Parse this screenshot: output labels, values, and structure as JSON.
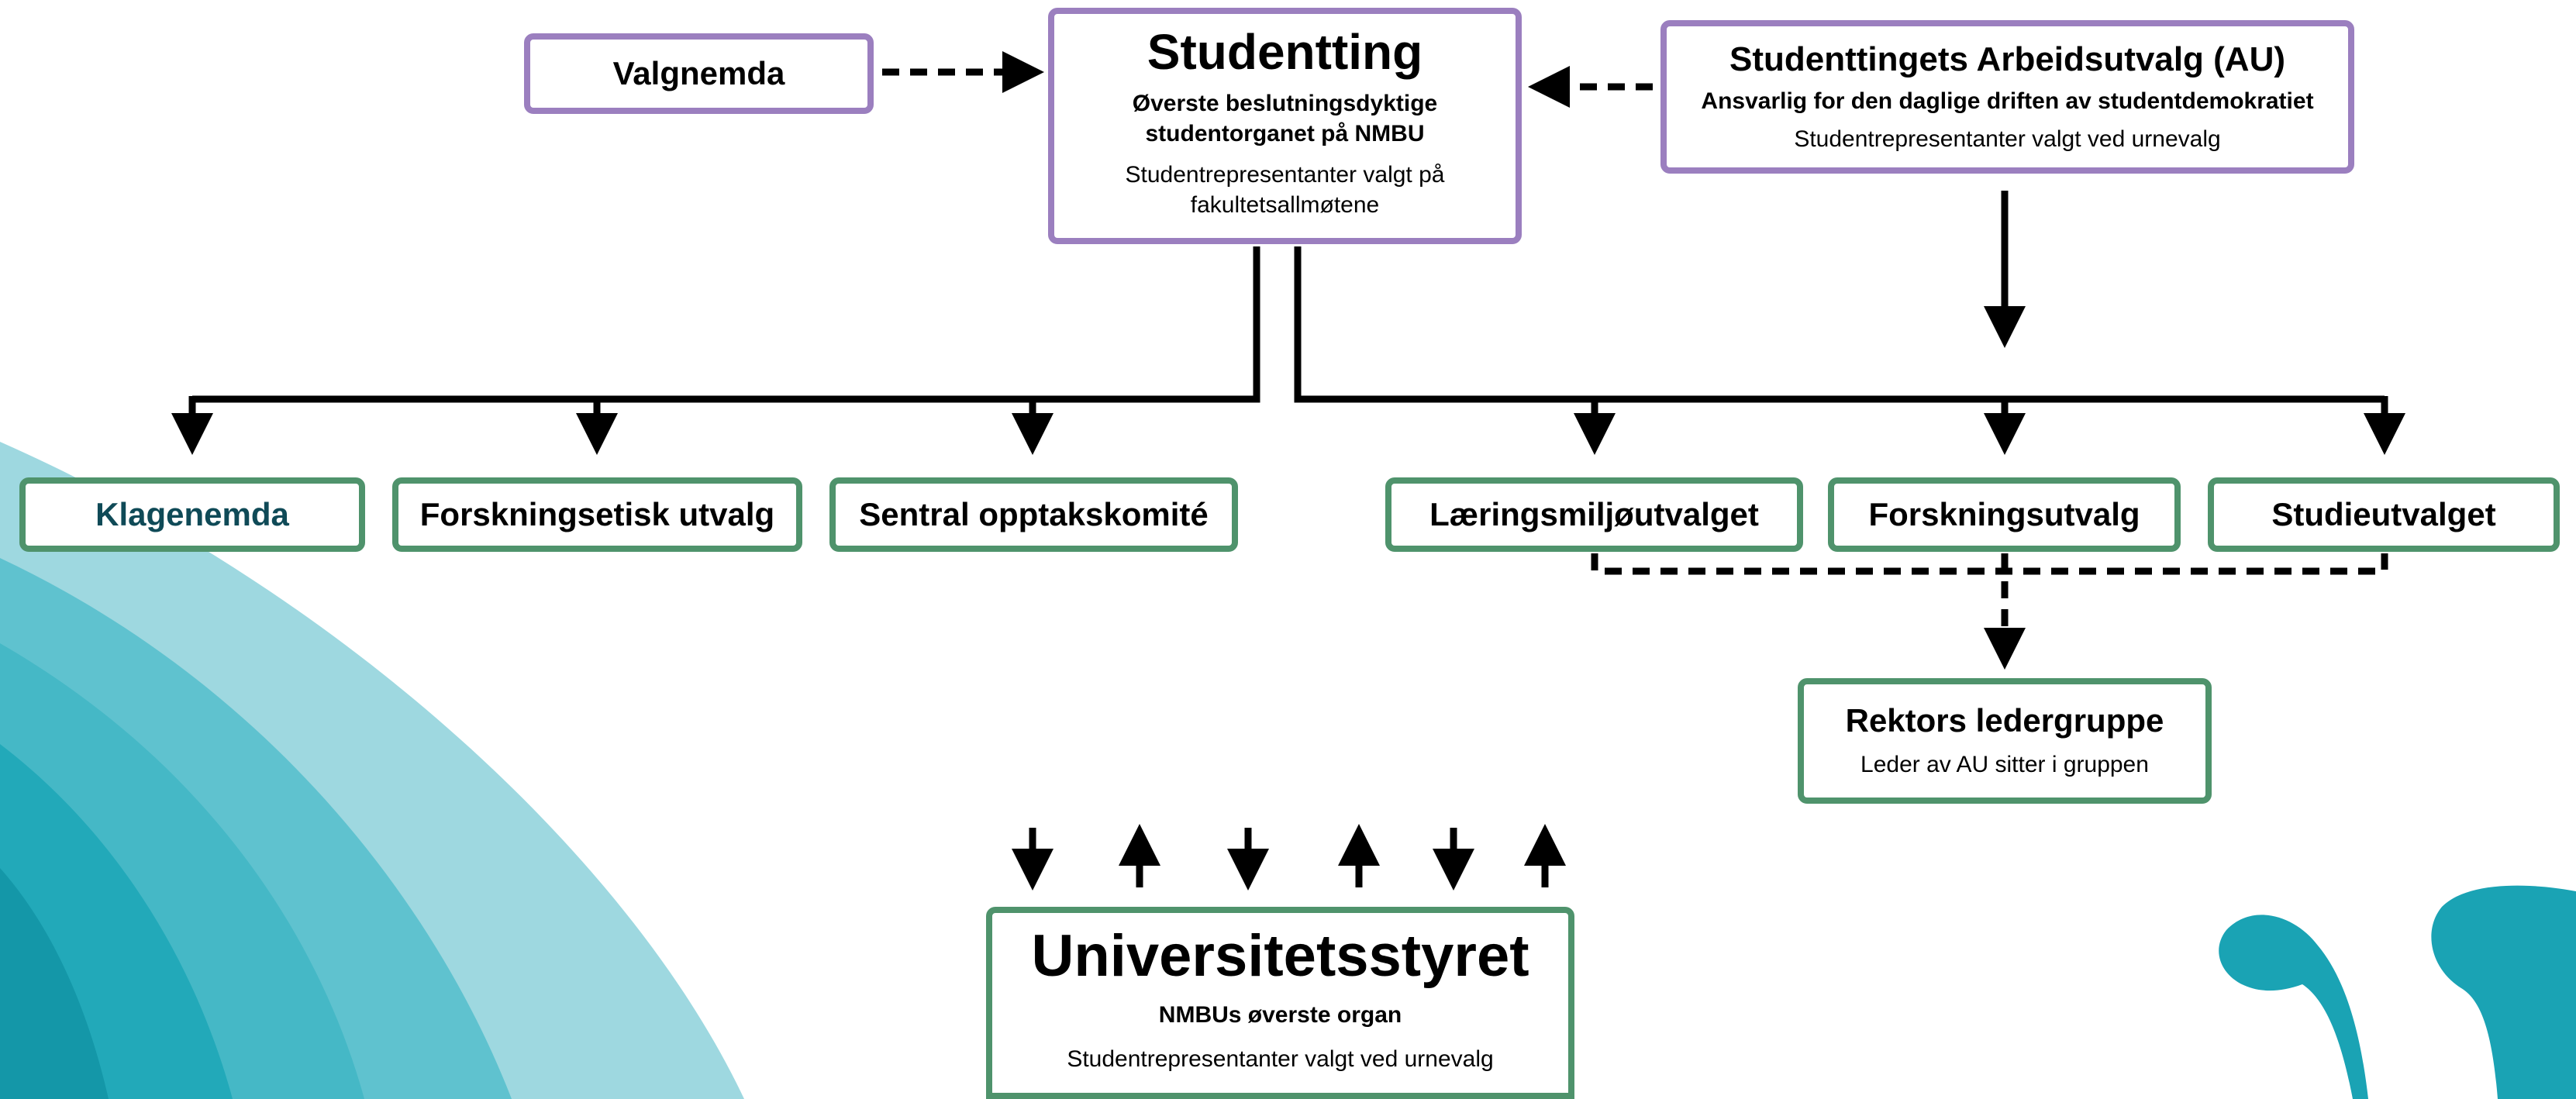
{
  "colors": {
    "governing_border": "#9b7fbf",
    "committee_border": "#4f936c",
    "arrow": "#000000",
    "decor_light": "#9ed8e0",
    "decor_mid": "#5fc2cf",
    "decor_dark": "#22a9b9",
    "logo": "#1aa3b4"
  },
  "studentting": {
    "title": "Studentting",
    "subtitle": "Øverste beslutningsdyktige studentorganet på NMBU",
    "note": "Studentrepresentanter valgt på fakultetsallmøtene"
  },
  "valgnemda": {
    "label": "Valgnemda"
  },
  "au": {
    "title": "Studenttingets Arbeidsutvalg (AU)",
    "subtitle": "Ansvarlig for den daglige driften av studentdemokratiet",
    "note": "Studentrepresentanter valgt ved urnevalg"
  },
  "committees": {
    "klagenemda": "Klagenemda",
    "forskningsetisk": "Forskningsetisk utvalg",
    "opptakskomite": "Sentral opptakskomité",
    "laeringsmiljo": "Læringsmiljøutvalget",
    "forskningsutvalg": "Forskningsutvalg",
    "studieutvalget": "Studieutvalget"
  },
  "rektor": {
    "title": "Rektors ledergruppe",
    "note": "Leder av AU sitter i gruppen"
  },
  "styret": {
    "title": "Universitetsstyret",
    "subtitle": "NMBUs øverste organ",
    "note": "Studentrepresentanter valgt ved urnevalg"
  }
}
